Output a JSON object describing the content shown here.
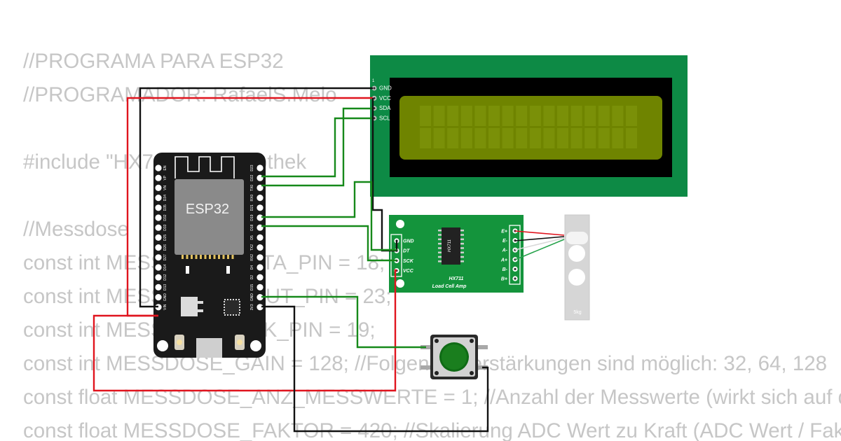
{
  "code_lines": [
    "//PROGRAMA PARA ESP32",
    "//PROGRAMADOR: RafaelS.Melo",
    "",
    "#include \"HX711.h\" //Bibliothek",
    "",
    "//Messdose",
    "const int MESSDOSE_DATA_PIN = 18;",
    "const int MESSDOSE_DOUT_PIN = 23;",
    "const int MESSDOSE_SCK_PIN = 19;",
    "const int MESSDOSE_GAIN = 128; //Folgende Verstärkungen sind möglich: 32, 64, 128",
    "const float MESSDOSE_ANZ_MESSWERTE = 1; //Anzahl der Messwerte (wirkt sich auf die Geschwindigkeit aus)",
    "const float MESSDOSE_FAKTOR = 420; //Skalierung ADC Wert zu Kraft (ADC Wert / Faktor)"
  ],
  "lcd": {
    "pin_one": "1",
    "pins": [
      "GND",
      "VCC",
      "SDA",
      "SCL"
    ]
  },
  "esp32": {
    "label": "ESP32",
    "left_pins": [
      "EN",
      "VP",
      "VN",
      "D34",
      "D35",
      "D32",
      "D33",
      "D25",
      "D26",
      "D27",
      "D14",
      "D12",
      "D13",
      "GND",
      "VIN"
    ],
    "right_pins": [
      "D23",
      "D22",
      "TX0",
      "RX0",
      "D21",
      "D19",
      "D18",
      "D5",
      "TX2",
      "RX2",
      "D4",
      "D2",
      "D15",
      "GND",
      "3V3"
    ]
  },
  "hx711": {
    "chip": "HX711",
    "title": "HX711",
    "subtitle": "Load Cell Amp",
    "left_pins": [
      "GND",
      "DT",
      "SCK",
      "VCC"
    ],
    "right_pins": [
      "E+",
      "E-",
      "A-",
      "A+",
      "B-",
      "B+"
    ]
  },
  "load_cell": {
    "label": "5kg"
  },
  "colors": {
    "wire_red": "#e0141e",
    "wire_black": "#111111",
    "wire_green": "#16891a",
    "lcd_board": "#0d8a45",
    "lcd_screen": "#6f8400",
    "hx_board": "#14943c",
    "esp_board": "#1a1a1a"
  }
}
